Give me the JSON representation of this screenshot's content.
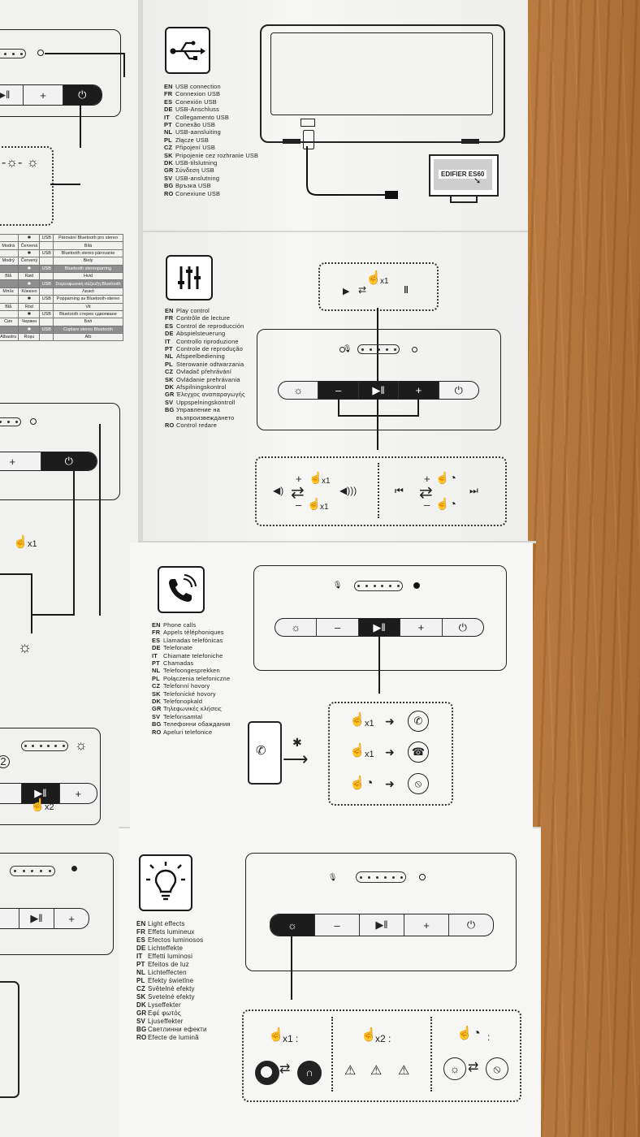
{
  "sections": {
    "usb": {
      "langs": [
        {
          "code": "EN",
          "label": "USB connection"
        },
        {
          "code": "FR",
          "label": "Connexion USB"
        },
        {
          "code": "ES",
          "label": "Conexión USB"
        },
        {
          "code": "DE",
          "label": "USB-Anschluss"
        },
        {
          "code": "IT",
          "label": "Collegamento USB"
        },
        {
          "code": "PT",
          "label": "Conexão USB"
        },
        {
          "code": "NL",
          "label": "USB-aansluiting"
        },
        {
          "code": "PL",
          "label": "Złącze USB"
        },
        {
          "code": "CZ",
          "label": "Připojení USB"
        },
        {
          "code": "SK",
          "label": "Pripojenie cez rozhranie USB"
        },
        {
          "code": "DK",
          "label": "USB-tilslutning"
        },
        {
          "code": "GR",
          "label": "Σύνδεση USB"
        },
        {
          "code": "SV",
          "label": "USB-anslutning"
        },
        {
          "code": "BG",
          "label": "Връзка USB"
        },
        {
          "code": "RO",
          "label": "Conexiune USB"
        }
      ],
      "monitor_label": "EDIFIER ES60"
    },
    "play": {
      "langs": [
        {
          "code": "EN",
          "label": "Play control"
        },
        {
          "code": "FR",
          "label": "Contrôle de lecture"
        },
        {
          "code": "ES",
          "label": "Control de reproducción"
        },
        {
          "code": "DE",
          "label": "Abspielsteuerung"
        },
        {
          "code": "IT",
          "label": "Controllo riproduzione"
        },
        {
          "code": "PT",
          "label": "Controle de reprodução"
        },
        {
          "code": "NL",
          "label": "Afspeelbediening"
        },
        {
          "code": "PL",
          "label": "Sterowanie odtwarzania"
        },
        {
          "code": "CZ",
          "label": "Ovladač přehrávání"
        },
        {
          "code": "SK",
          "label": "Ovládanie prehrávania"
        },
        {
          "code": "DK",
          "label": "Afspilningskontrol"
        },
        {
          "code": "GR",
          "label": "Έλεγχος αναπαραγωγής"
        },
        {
          "code": "SV",
          "label": "Uppspelningskontroll"
        },
        {
          "code": "BG",
          "label": "Управление на"
        },
        {
          "code": "",
          "label": "възпроизвеждането"
        },
        {
          "code": "RO",
          "label": "Control redare"
        }
      ],
      "tap_label": "x1",
      "minus": "–",
      "plus": "+",
      "vol_up": "+",
      "vol_down": "–"
    },
    "calls": {
      "langs": [
        {
          "code": "EN",
          "label": "Phone calls"
        },
        {
          "code": "FR",
          "label": "Appels téléphoniques"
        },
        {
          "code": "ES",
          "label": "Llamadas telefónicas"
        },
        {
          "code": "DE",
          "label": "Telefonate"
        },
        {
          "code": "IT",
          "label": "Chiamate telefoniche"
        },
        {
          "code": "PT",
          "label": "Chamadas"
        },
        {
          "code": "NL",
          "label": "Telefoongesprekken"
        },
        {
          "code": "PL",
          "label": "Połączenia telefoniczne"
        },
        {
          "code": "CZ",
          "label": "Telefonní hovory"
        },
        {
          "code": "SK",
          "label": "Telefonické hovory"
        },
        {
          "code": "DK",
          "label": "Telefonopkald"
        },
        {
          "code": "GR",
          "label": "Τηλεφωνικές κλήσεις"
        },
        {
          "code": "SV",
          "label": "Telefonsamtal"
        },
        {
          "code": "BG",
          "label": "Телефонни обаждания"
        },
        {
          "code": "RO",
          "label": "Apeluri telefonice"
        }
      ],
      "tap1": "x1",
      "tap2": "x1"
    },
    "light": {
      "langs": [
        {
          "code": "EN",
          "label": "Light effects"
        },
        {
          "code": "FR",
          "label": "Effets lumineux"
        },
        {
          "code": "ES",
          "label": "Efectos luminosos"
        },
        {
          "code": "DE",
          "label": "Lichteffekte"
        },
        {
          "code": "IT",
          "label": "Effetti luminosi"
        },
        {
          "code": "PT",
          "label": "Efeitos de luz"
        },
        {
          "code": "NL",
          "label": "Lichteffecten"
        },
        {
          "code": "PL",
          "label": "Efekty świetlne"
        },
        {
          "code": "CZ",
          "label": "Světelné efekty"
        },
        {
          "code": "SK",
          "label": "Svetelné efekty"
        },
        {
          "code": "DK",
          "label": "Lyseffekter"
        },
        {
          "code": "GR",
          "label": "Εφέ φωτός"
        },
        {
          "code": "SV",
          "label": "Ljuseffekter"
        },
        {
          "code": "BG",
          "label": "Светлинни ефекти"
        },
        {
          "code": "RO",
          "label": "Efecte de lumină"
        }
      ],
      "x1": "x1 :",
      "x2": "x2 :",
      "hold": ":"
    }
  },
  "left_page": {
    "table_rows": [
      [
        "",
        "✱",
        "USB",
        "Párování Bluetooth pro stereo"
      ],
      [
        "Modrá",
        "Červená",
        "",
        "Bílá"
      ],
      [
        "",
        "✱",
        "USB",
        "Bluetooth stereo párovanie"
      ],
      [
        "Modrý",
        "Červený",
        "",
        "Biely"
      ],
      [
        "",
        "✱",
        "USB",
        "Bluetooth stereoparring"
      ],
      [
        "Blå",
        "Rød",
        "",
        "Hvid"
      ],
      [
        "",
        "✱",
        "USB",
        "Στερεοφωνική σύζευξη Bluetooth"
      ],
      [
        "Μπλε",
        "Κόκκινο",
        "",
        "Λευκό"
      ],
      [
        "",
        "✱",
        "USB",
        "Popparning av Bluetooth-stereo"
      ],
      [
        "Blå",
        "Röd",
        "",
        "Vit"
      ],
      [
        "",
        "✱",
        "USB",
        "Bluetooth стерео сдвояване"
      ],
      [
        "Син",
        "Червен",
        "",
        "Бял"
      ],
      [
        "",
        "✱",
        "USB",
        "Cuplare stereo Bluetooth"
      ],
      [
        "Albastru",
        "Roșu",
        "",
        "Alb"
      ]
    ],
    "tap_x1": "x1",
    "tap_x2": "x2",
    "step_num": "2",
    "plus": "+"
  }
}
